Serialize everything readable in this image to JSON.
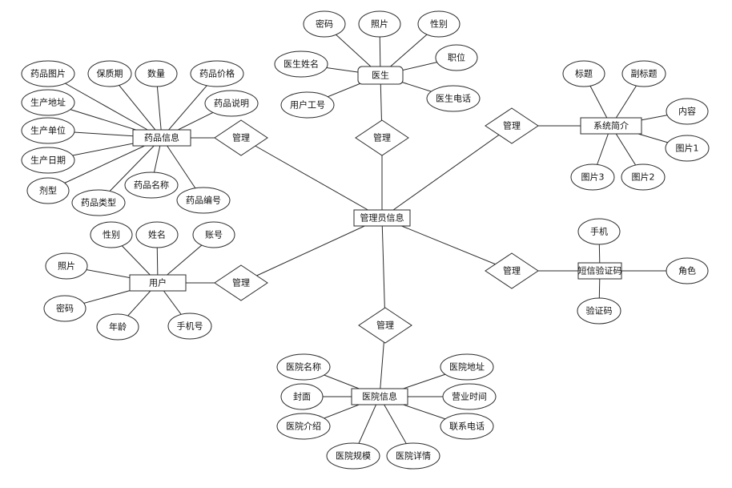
{
  "center": "管理员信息",
  "relations": {
    "r_doctor": "管理",
    "r_drug": "管理",
    "r_user": "管理",
    "r_hospital": "管理",
    "r_system": "管理",
    "r_sms": "管理"
  },
  "entities": {
    "doctor": {
      "name": "医生",
      "attributes": [
        "密码",
        "照片",
        "性别",
        "职位",
        "医生姓名",
        "用户工号",
        "医生电话"
      ]
    },
    "drug": {
      "name": "药品信息",
      "attributes": [
        "药品图片",
        "保质期",
        "数量",
        "药品价格",
        "生产地址",
        "药品说明",
        "生产单位",
        "生产日期",
        "剂型",
        "药品类型",
        "药品名称",
        "药品编号"
      ]
    },
    "user": {
      "name": "用户",
      "attributes": [
        "性别",
        "姓名",
        "账号",
        "照片",
        "密码",
        "年龄",
        "手机号"
      ]
    },
    "hospital": {
      "name": "医院信息",
      "attributes": [
        "医院名称",
        "医院地址",
        "封面",
        "营业时间",
        "医院介绍",
        "联系电话",
        "医院规模",
        "医院详情"
      ]
    },
    "system": {
      "name": "系统简介",
      "attributes": [
        "标题",
        "副标题",
        "内容",
        "图片1",
        "图片3",
        "图片2"
      ]
    },
    "sms": {
      "name": "短信验证码",
      "attributes": [
        "手机",
        "角色",
        "验证码"
      ]
    }
  }
}
